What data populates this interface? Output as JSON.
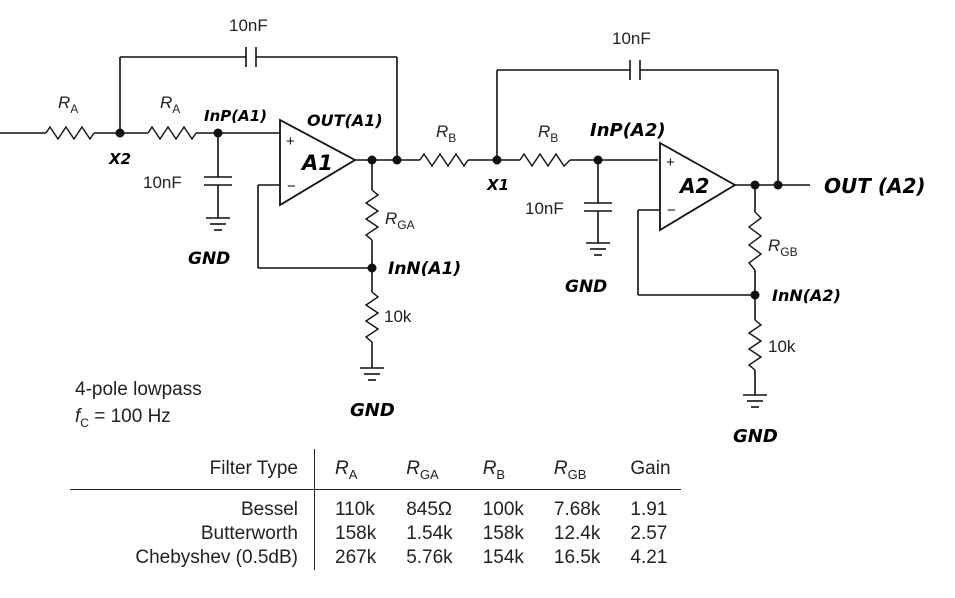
{
  "schematic": {
    "cap_top_1": "10nF",
    "cap_top_2": "10nF",
    "cap_shunt_1": "10nF",
    "cap_shunt_2": "10nF",
    "r_a_1": {
      "sym": "R",
      "sub": "A"
    },
    "r_a_2": {
      "sym": "R",
      "sub": "A"
    },
    "r_b_1": {
      "sym": "R",
      "sub": "B"
    },
    "r_b_2": {
      "sym": "R",
      "sub": "B"
    },
    "r_ga": {
      "sym": "R",
      "sub": "GA"
    },
    "r_gb": {
      "sym": "R",
      "sub": "GB"
    },
    "r_10k_1": "10k",
    "r_10k_2": "10k",
    "opamp_1": {
      "name": "A1",
      "plus": "+",
      "minus": "−"
    },
    "opamp_2": {
      "name": "A2",
      "plus": "+",
      "minus": "−"
    },
    "node_x2": "X2",
    "node_x1": "X1",
    "node_inp_a1": "InP(A1)",
    "node_out_a1": "OUT(A1)",
    "node_inp_a2": "InP(A2)",
    "node_inn_a1": "InN(A1)",
    "node_inn_a2": "InN(A2)",
    "node_out_a2": "OUT (A2)",
    "gnd_1": "GND",
    "gnd_2": "GND",
    "gnd_3": "GND",
    "gnd_4": "GND"
  },
  "caption": {
    "line1": "4-pole lowpass",
    "fc_symbol": "f",
    "fc_sub": "C",
    "fc_value": " = 100 Hz"
  },
  "table": {
    "headers": [
      {
        "text": "Filter Type"
      },
      {
        "sym": "R",
        "sub": "A"
      },
      {
        "sym": "R",
        "sub": "GA"
      },
      {
        "sym": "R",
        "sub": "B"
      },
      {
        "sym": "R",
        "sub": "GB"
      },
      {
        "text": "Gain"
      }
    ],
    "rows": [
      [
        "Bessel",
        "110k",
        "845Ω",
        "100k",
        "7.68k",
        "1.91"
      ],
      [
        "Butterworth",
        "158k",
        "1.54k",
        "158k",
        "12.4k",
        "2.57"
      ],
      [
        "Chebyshev (0.5dB)",
        "267k",
        "5.76k",
        "154k",
        "16.5k",
        "4.21"
      ]
    ]
  }
}
